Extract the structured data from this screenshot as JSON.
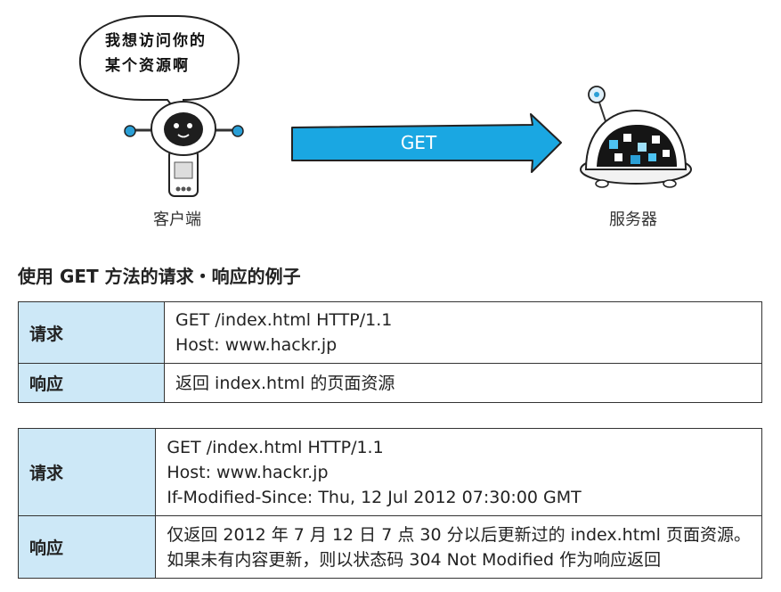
{
  "bubble": {
    "lines": [
      "我想访问你的",
      "某个资源啊"
    ]
  },
  "client_label": "客户端",
  "server_label": "服务器",
  "arrow_label": "GET",
  "section_title": "使用 GET 方法的请求・响应的例子",
  "tables": [
    {
      "rows": [
        {
          "head": "请求",
          "lines": [
            "GET /index.html HTTP/1.1",
            "Host: www.hackr.jp"
          ]
        },
        {
          "head": "响应",
          "lines": [
            "返回 index.html 的页面资源"
          ]
        }
      ]
    },
    {
      "rows": [
        {
          "head": "请求",
          "lines": [
            "GET /index.html HTTP/1.1",
            "Host: www.hackr.jp",
            "If-Modified-Since: Thu, 12 Jul 2012 07:30:00 GMT"
          ]
        },
        {
          "head": "响应",
          "lines": [
            "仅返回 2012 年 7 月 12 日 7 点 30 分以后更新过的 index.html 页面资源。",
            "如果未有内容更新，则以状态码 304 Not Modified 作为响应返回"
          ]
        }
      ]
    }
  ],
  "colors": {
    "arrow": "#1aa7e2",
    "header_cell": "#cde8f7",
    "robot_accent": "#2a9fd6"
  }
}
